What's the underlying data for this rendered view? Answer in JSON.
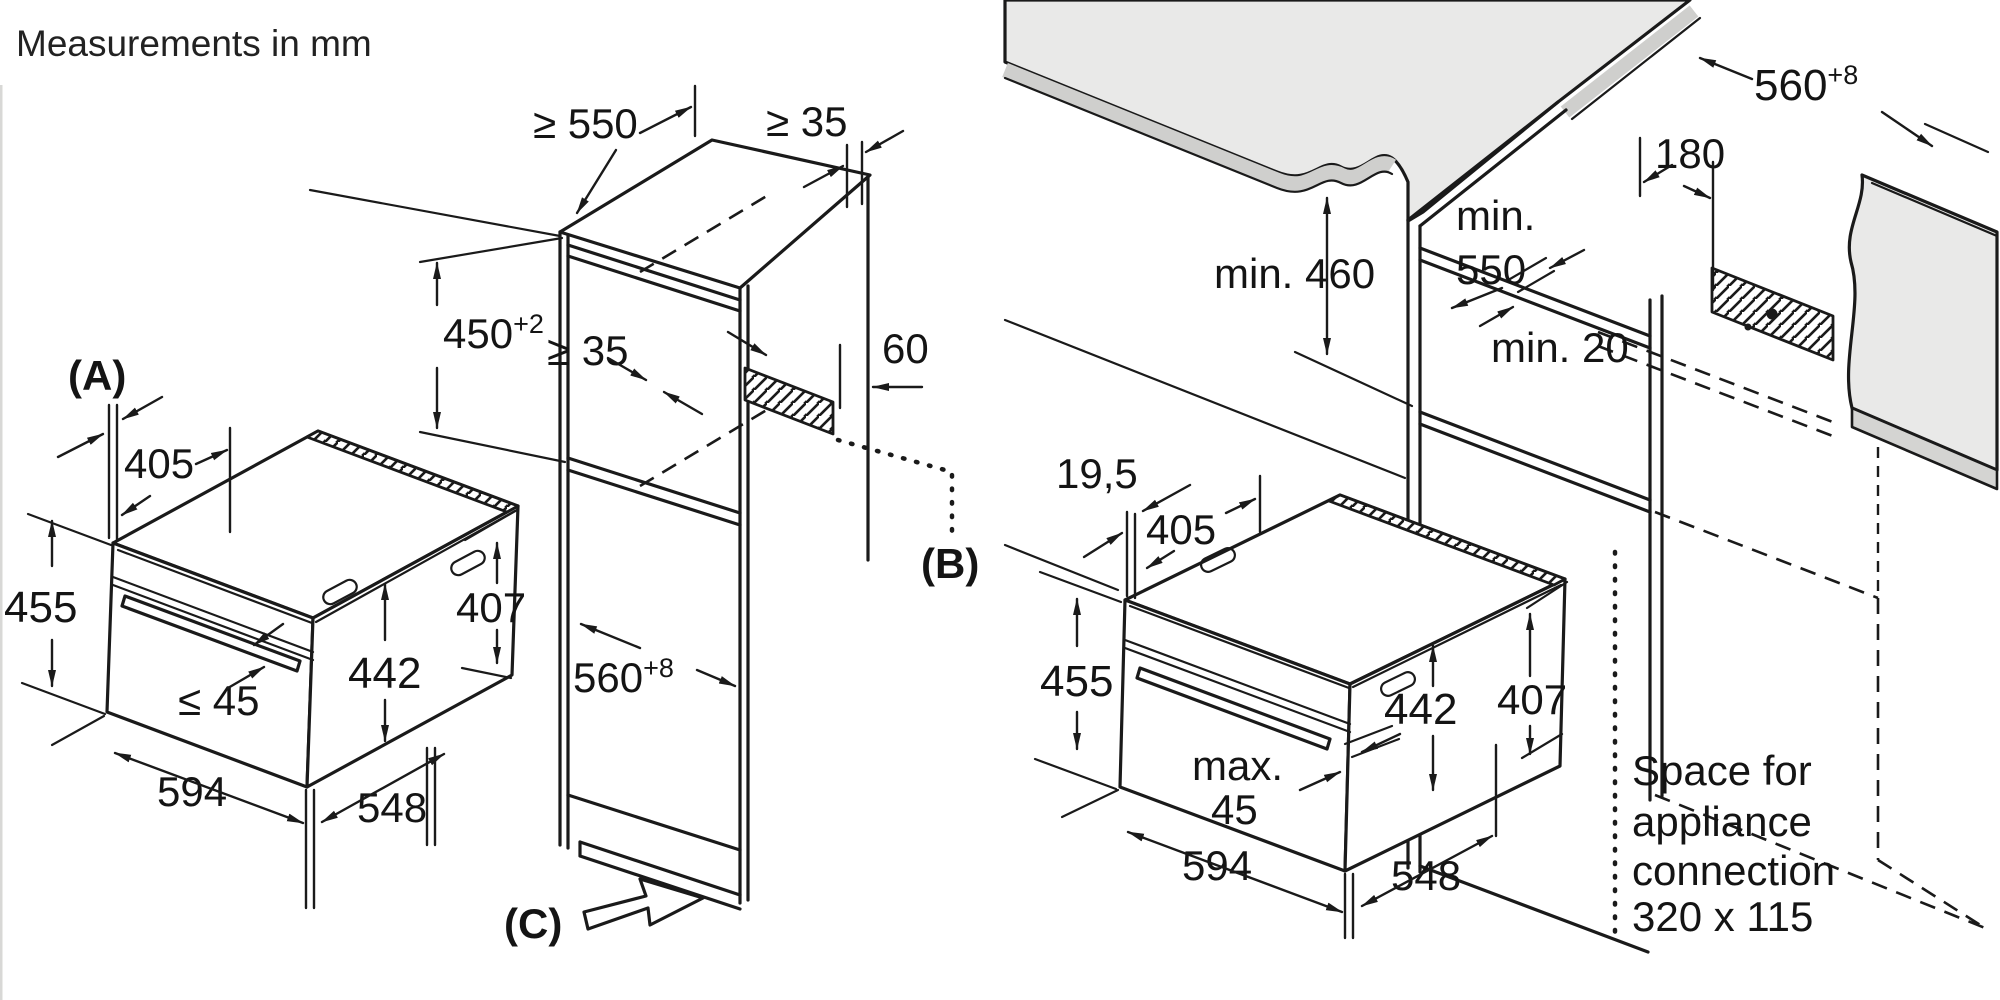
{
  "title": "Measurements in mm",
  "colors": {
    "line": "#1a1a1a",
    "worktop_gray": "#e9e9e8",
    "edge_gray": "#d4d4d2",
    "background": "#ffffff"
  },
  "left_panel": {
    "oven": {
      "gap_label": "(A)",
      "top_depth": "405",
      "height": "455",
      "door_height": "442",
      "side_height": "407",
      "handle_protrusion": "≤ 45",
      "width": "594",
      "depth": "548"
    },
    "cabinet": {
      "min_depth": "≥ 550",
      "top_clearance": "≥ 35",
      "niche_height": "450",
      "niche_height_tol": "+2",
      "shelf_clearance": "≥ 35",
      "vent_depth": "60",
      "vent_ref": "(B)",
      "niche_width": "560",
      "niche_width_tol": "+8",
      "base_ref": "(C)"
    }
  },
  "right_panel": {
    "install": {
      "niche_width": "560",
      "niche_width_tol": "+8",
      "rear_gap": "180",
      "min_niche_height": "min. 460",
      "min_depth_line1": "min.",
      "min_depth_line2": "550",
      "top_gap": "min. 20"
    },
    "oven": {
      "frame_gap": "19,5",
      "top_depth": "405",
      "height": "455",
      "door_height": "442",
      "side_height": "407",
      "handle_line1": "max.",
      "handle_line2": "45",
      "width": "594",
      "depth": "548"
    },
    "connection_note": {
      "line1": "Space for",
      "line2": "appliance",
      "line3": "connection",
      "line4": "320 x 115"
    }
  }
}
